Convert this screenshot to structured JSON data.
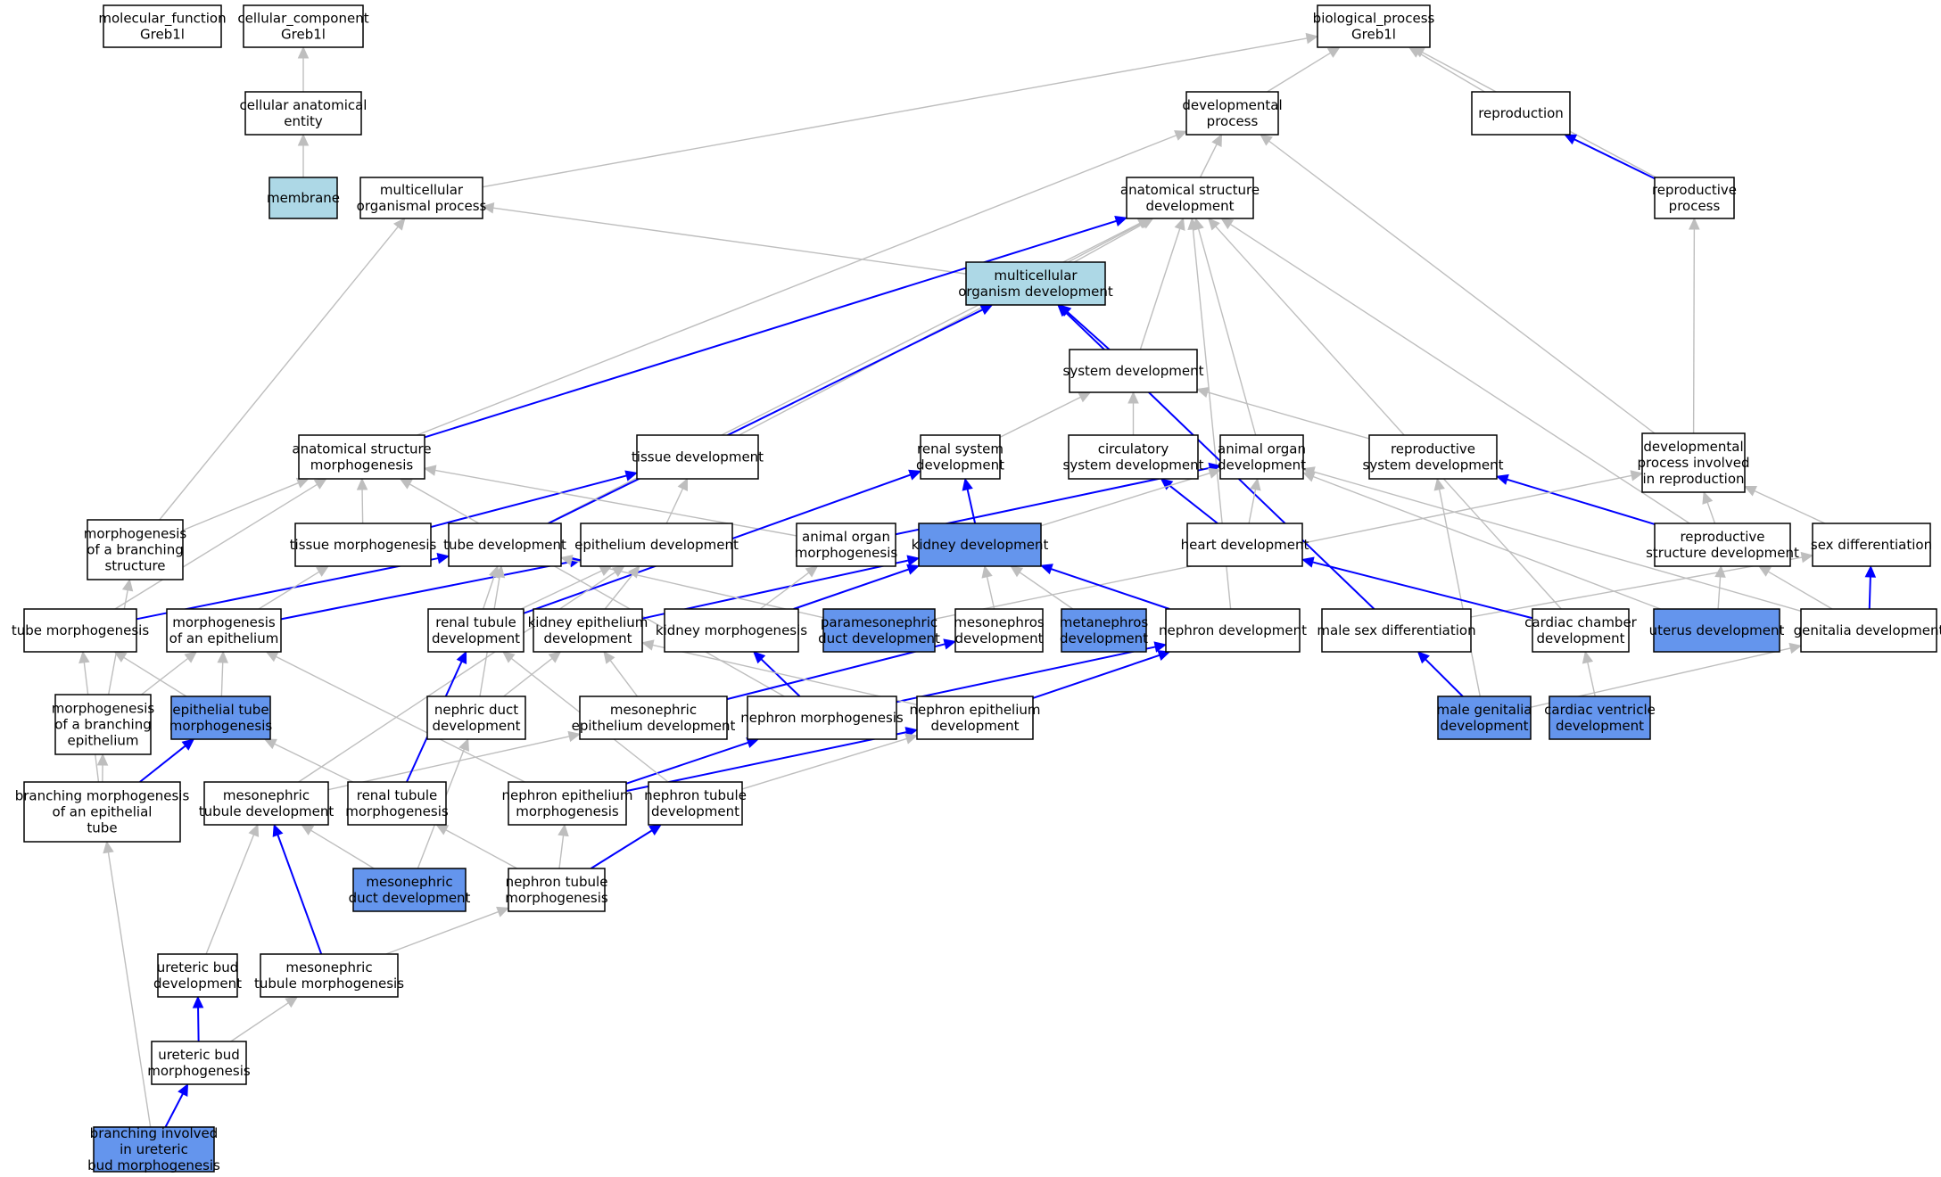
{
  "colors": {
    "plain": "#ffffff",
    "light": "#add8e6",
    "highlight": "#6495ed",
    "edge_grey": "#bebebe",
    "edge_blue": "#0000ff",
    "border": "#000000"
  },
  "nodes": [
    {
      "id": "mf",
      "lines": [
        "molecular_function",
        "Greb1l"
      ],
      "fill": "plain"
    },
    {
      "id": "cc",
      "lines": [
        "cellular_component",
        "Greb1l"
      ],
      "fill": "plain"
    },
    {
      "id": "bp",
      "lines": [
        "biological_process",
        "Greb1l"
      ],
      "fill": "plain"
    },
    {
      "id": "cae",
      "lines": [
        "cellular anatomical",
        "entity"
      ],
      "fill": "plain"
    },
    {
      "id": "devproc",
      "lines": [
        "developmental",
        "process"
      ],
      "fill": "plain"
    },
    {
      "id": "repro",
      "lines": [
        "reproduction"
      ],
      "fill": "plain"
    },
    {
      "id": "membrane",
      "lines": [
        "membrane"
      ],
      "fill": "light"
    },
    {
      "id": "mop",
      "lines": [
        "multicellular",
        "organismal process"
      ],
      "fill": "plain"
    },
    {
      "id": "asd",
      "lines": [
        "anatomical structure",
        "development"
      ],
      "fill": "plain"
    },
    {
      "id": "reproproc",
      "lines": [
        "reproductive",
        "process"
      ],
      "fill": "plain"
    },
    {
      "id": "mod",
      "lines": [
        "multicellular",
        "organism development"
      ],
      "fill": "light"
    },
    {
      "id": "sysdev",
      "lines": [
        "system development"
      ],
      "fill": "plain"
    },
    {
      "id": "asm",
      "lines": [
        "anatomical structure",
        "morphogenesis"
      ],
      "fill": "plain"
    },
    {
      "id": "tissuedev",
      "lines": [
        "tissue development"
      ],
      "fill": "plain"
    },
    {
      "id": "renalsys",
      "lines": [
        "renal system",
        "development"
      ],
      "fill": "plain"
    },
    {
      "id": "circsys",
      "lines": [
        "circulatory",
        "system development"
      ],
      "fill": "plain"
    },
    {
      "id": "aod",
      "lines": [
        "animal organ",
        "development"
      ],
      "fill": "plain"
    },
    {
      "id": "reprosys",
      "lines": [
        "reproductive",
        "system development"
      ],
      "fill": "plain"
    },
    {
      "id": "dpir",
      "lines": [
        "developmental",
        "process involved",
        "in reproduction"
      ],
      "fill": "plain"
    },
    {
      "id": "mbs",
      "lines": [
        "morphogenesis",
        "of a branching",
        "structure"
      ],
      "fill": "plain"
    },
    {
      "id": "tissuemorph",
      "lines": [
        "tissue morphogenesis"
      ],
      "fill": "plain"
    },
    {
      "id": "tubedev",
      "lines": [
        "tube development"
      ],
      "fill": "plain"
    },
    {
      "id": "epidev",
      "lines": [
        "epithelium development"
      ],
      "fill": "plain"
    },
    {
      "id": "aom",
      "lines": [
        "animal organ",
        "morphogenesis"
      ],
      "fill": "plain"
    },
    {
      "id": "kidneydev",
      "lines": [
        "kidney development"
      ],
      "fill": "highlight"
    },
    {
      "id": "heartdev",
      "lines": [
        "heart development"
      ],
      "fill": "plain"
    },
    {
      "id": "rsd",
      "lines": [
        "reproductive",
        "structure development"
      ],
      "fill": "plain"
    },
    {
      "id": "sexdiff",
      "lines": [
        "sex differentiation"
      ],
      "fill": "plain"
    },
    {
      "id": "tubemorph",
      "lines": [
        "tube morphogenesis"
      ],
      "fill": "plain"
    },
    {
      "id": "moe",
      "lines": [
        "morphogenesis",
        "of an epithelium"
      ],
      "fill": "plain"
    },
    {
      "id": "rtd",
      "lines": [
        "renal tubule",
        "development"
      ],
      "fill": "plain"
    },
    {
      "id": "ked",
      "lines": [
        "kidney epithelium",
        "development"
      ],
      "fill": "plain"
    },
    {
      "id": "kmorph",
      "lines": [
        "kidney morphogenesis"
      ],
      "fill": "plain"
    },
    {
      "id": "pmdd",
      "lines": [
        "paramesonephric",
        "duct development"
      ],
      "fill": "highlight"
    },
    {
      "id": "mesodev",
      "lines": [
        "mesonephros",
        "development"
      ],
      "fill": "plain"
    },
    {
      "id": "metadev",
      "lines": [
        "metanephros",
        "development"
      ],
      "fill": "highlight"
    },
    {
      "id": "nephrondev",
      "lines": [
        "nephron development"
      ],
      "fill": "plain"
    },
    {
      "id": "msd",
      "lines": [
        "male sex differentiation"
      ],
      "fill": "plain"
    },
    {
      "id": "ccd",
      "lines": [
        "cardiac chamber",
        "development"
      ],
      "fill": "plain"
    },
    {
      "id": "uterus",
      "lines": [
        "uterus development"
      ],
      "fill": "highlight"
    },
    {
      "id": "genitalia",
      "lines": [
        "genitalia development"
      ],
      "fill": "plain"
    },
    {
      "id": "mobe",
      "lines": [
        "morphogenesis",
        "of a branching",
        "epithelium"
      ],
      "fill": "plain"
    },
    {
      "id": "etm",
      "lines": [
        "epithelial tube",
        "morphogenesis"
      ],
      "fill": "highlight"
    },
    {
      "id": "nductdev",
      "lines": [
        "nephric duct",
        "development"
      ],
      "fill": "plain"
    },
    {
      "id": "med",
      "lines": [
        "mesonephric",
        "epithelium development"
      ],
      "fill": "plain"
    },
    {
      "id": "nmorph",
      "lines": [
        "nephron morphogenesis"
      ],
      "fill": "plain"
    },
    {
      "id": "ned",
      "lines": [
        "nephron epithelium",
        "development"
      ],
      "fill": "plain"
    },
    {
      "id": "mgd",
      "lines": [
        "male genitalia",
        "development"
      ],
      "fill": "highlight"
    },
    {
      "id": "cvd",
      "lines": [
        "cardiac ventricle",
        "development"
      ],
      "fill": "highlight"
    },
    {
      "id": "bmet",
      "lines": [
        "branching morphogenesis",
        "of an epithelial",
        "tube"
      ],
      "fill": "plain"
    },
    {
      "id": "mtd",
      "lines": [
        "mesonephric",
        "tubule development"
      ],
      "fill": "plain"
    },
    {
      "id": "rtm",
      "lines": [
        "renal tubule",
        "morphogenesis"
      ],
      "fill": "plain"
    },
    {
      "id": "nem",
      "lines": [
        "nephron epithelium",
        "morphogenesis"
      ],
      "fill": "plain"
    },
    {
      "id": "ntd",
      "lines": [
        "nephron tubule",
        "development"
      ],
      "fill": "plain"
    },
    {
      "id": "mductdev",
      "lines": [
        "mesonephric",
        "duct development"
      ],
      "fill": "highlight"
    },
    {
      "id": "ntm",
      "lines": [
        "nephron tubule",
        "morphogenesis"
      ],
      "fill": "plain"
    },
    {
      "id": "ubd",
      "lines": [
        "ureteric bud",
        "development"
      ],
      "fill": "plain"
    },
    {
      "id": "mtm",
      "lines": [
        "mesonephric",
        "tubule morphogenesis"
      ],
      "fill": "plain"
    },
    {
      "id": "ubm",
      "lines": [
        "ureteric bud",
        "morphogenesis"
      ],
      "fill": "plain"
    },
    {
      "id": "biub",
      "lines": [
        "branching involved",
        "in ureteric",
        "bud morphogenesis"
      ],
      "fill": "highlight"
    }
  ],
  "edges": [
    {
      "from": "cae",
      "to": "cc",
      "kind": "grey"
    },
    {
      "from": "membrane",
      "to": "cae",
      "kind": "grey"
    },
    {
      "from": "devproc",
      "to": "bp",
      "kind": "grey"
    },
    {
      "from": "repro",
      "to": "bp",
      "kind": "grey"
    },
    {
      "from": "mop",
      "to": "bp",
      "kind": "grey"
    },
    {
      "from": "reproproc",
      "to": "bp",
      "kind": "grey"
    },
    {
      "from": "reproproc",
      "to": "repro",
      "kind": "blue"
    },
    {
      "from": "asd",
      "to": "devproc",
      "kind": "grey"
    },
    {
      "from": "asm",
      "to": "devproc",
      "kind": "grey"
    },
    {
      "from": "dpir",
      "to": "devproc",
      "kind": "grey"
    },
    {
      "from": "dpir",
      "to": "reproproc",
      "kind": "grey"
    },
    {
      "from": "mod",
      "to": "asd",
      "kind": "grey"
    },
    {
      "from": "mod",
      "to": "mop",
      "kind": "grey"
    },
    {
      "from": "sysdev",
      "to": "mod",
      "kind": "blue"
    },
    {
      "from": "sysdev",
      "to": "asd",
      "kind": "grey"
    },
    {
      "from": "asm",
      "to": "asd",
      "kind": "blue"
    },
    {
      "from": "tissuedev",
      "to": "asd",
      "kind": "grey"
    },
    {
      "from": "aod",
      "to": "asd",
      "kind": "grey"
    },
    {
      "from": "tubedev",
      "to": "asd",
      "kind": "grey"
    },
    {
      "from": "tubedev",
      "to": "mod",
      "kind": "blue"
    },
    {
      "from": "nephrondev",
      "to": "asd",
      "kind": "grey"
    },
    {
      "from": "ccd",
      "to": "asd",
      "kind": "grey"
    },
    {
      "from": "rsd",
      "to": "asd",
      "kind": "grey"
    },
    {
      "from": "msd",
      "to": "mod",
      "kind": "blue"
    },
    {
      "from": "renalsys",
      "to": "sysdev",
      "kind": "grey"
    },
    {
      "from": "circsys",
      "to": "sysdev",
      "kind": "grey"
    },
    {
      "from": "reprosys",
      "to": "sysdev",
      "kind": "grey"
    },
    {
      "from": "heartdev",
      "to": "circsys",
      "kind": "blue"
    },
    {
      "from": "heartdev",
      "to": "aod",
      "kind": "grey"
    },
    {
      "from": "aom",
      "to": "aod",
      "kind": "blue"
    },
    {
      "from": "kidneydev",
      "to": "renalsys",
      "kind": "blue"
    },
    {
      "from": "kidneydev",
      "to": "aod",
      "kind": "grey"
    },
    {
      "from": "uterus",
      "to": "aod",
      "kind": "grey"
    },
    {
      "from": "genitalia",
      "to": "aod",
      "kind": "grey"
    },
    {
      "from": "rsd",
      "to": "reprosys",
      "kind": "blue"
    },
    {
      "from": "rsd",
      "to": "dpir",
      "kind": "grey"
    },
    {
      "from": "sexdiff",
      "to": "dpir",
      "kind": "grey"
    },
    {
      "from": "pmdd",
      "to": "dpir",
      "kind": "grey"
    },
    {
      "from": "mgd",
      "to": "reprosys",
      "kind": "grey"
    },
    {
      "from": "mbs",
      "to": "asm",
      "kind": "grey"
    },
    {
      "from": "mbs",
      "to": "mop",
      "kind": "grey"
    },
    {
      "from": "tissuemorph",
      "to": "asm",
      "kind": "grey"
    },
    {
      "from": "tissuemorph",
      "to": "tissuedev",
      "kind": "blue"
    },
    {
      "from": "epidev",
      "to": "tissuedev",
      "kind": "grey"
    },
    {
      "from": "aom",
      "to": "asm",
      "kind": "grey"
    },
    {
      "from": "tubemorph",
      "to": "asm",
      "kind": "grey"
    },
    {
      "from": "tubemorph",
      "to": "tubedev",
      "kind": "blue"
    },
    {
      "from": "moe",
      "to": "tissuemorph",
      "kind": "grey"
    },
    {
      "from": "moe",
      "to": "epidev",
      "kind": "blue"
    },
    {
      "from": "nmorph",
      "to": "asm",
      "kind": "grey"
    },
    {
      "from": "rtd",
      "to": "renalsys",
      "kind": "blue"
    },
    {
      "from": "rtd",
      "to": "tubedev",
      "kind": "grey"
    },
    {
      "from": "rtd",
      "to": "epidev",
      "kind": "grey"
    },
    {
      "from": "ked",
      "to": "kidneydev",
      "kind": "blue"
    },
    {
      "from": "ked",
      "to": "epidev",
      "kind": "grey"
    },
    {
      "from": "kmorph",
      "to": "kidneydev",
      "kind": "blue"
    },
    {
      "from": "kmorph",
      "to": "aom",
      "kind": "grey"
    },
    {
      "from": "mesodev",
      "to": "kidneydev",
      "kind": "grey"
    },
    {
      "from": "metadev",
      "to": "kidneydev",
      "kind": "grey"
    },
    {
      "from": "nephrondev",
      "to": "kidneydev",
      "kind": "blue"
    },
    {
      "from": "pmdd",
      "to": "tubedev",
      "kind": "grey"
    },
    {
      "from": "msd",
      "to": "sexdiff",
      "kind": "grey"
    },
    {
      "from": "ccd",
      "to": "heartdev",
      "kind": "blue"
    },
    {
      "from": "uterus",
      "to": "rsd",
      "kind": "grey"
    },
    {
      "from": "genitalia",
      "to": "rsd",
      "kind": "grey"
    },
    {
      "from": "genitalia",
      "to": "sexdiff",
      "kind": "blue"
    },
    {
      "from": "mgd",
      "to": "msd",
      "kind": "blue"
    },
    {
      "from": "mgd",
      "to": "genitalia",
      "kind": "grey"
    },
    {
      "from": "cvd",
      "to": "ccd",
      "kind": "grey"
    },
    {
      "from": "mobe",
      "to": "moe",
      "kind": "grey"
    },
    {
      "from": "mobe",
      "to": "mbs",
      "kind": "grey"
    },
    {
      "from": "etm",
      "to": "moe",
      "kind": "grey"
    },
    {
      "from": "etm",
      "to": "tubemorph",
      "kind": "grey"
    },
    {
      "from": "nductdev",
      "to": "tubedev",
      "kind": "grey"
    },
    {
      "from": "nductdev",
      "to": "ked",
      "kind": "grey"
    },
    {
      "from": "med",
      "to": "ked",
      "kind": "grey"
    },
    {
      "from": "med",
      "to": "mesodev",
      "kind": "blue"
    },
    {
      "from": "nmorph",
      "to": "kmorph",
      "kind": "blue"
    },
    {
      "from": "nmorph",
      "to": "nephrondev",
      "kind": "blue"
    },
    {
      "from": "ned",
      "to": "ked",
      "kind": "grey"
    },
    {
      "from": "ned",
      "to": "nephrondev",
      "kind": "blue"
    },
    {
      "from": "bmet",
      "to": "etm",
      "kind": "blue"
    },
    {
      "from": "bmet",
      "to": "mobe",
      "kind": "grey"
    },
    {
      "from": "bmet",
      "to": "tubemorph",
      "kind": "grey"
    },
    {
      "from": "mtd",
      "to": "epidev",
      "kind": "grey"
    },
    {
      "from": "mtd",
      "to": "med",
      "kind": "grey"
    },
    {
      "from": "rtm",
      "to": "etm",
      "kind": "grey"
    },
    {
      "from": "rtm",
      "to": "rtd",
      "kind": "blue"
    },
    {
      "from": "nem",
      "to": "nmorph",
      "kind": "blue"
    },
    {
      "from": "nem",
      "to": "moe",
      "kind": "grey"
    },
    {
      "from": "nem",
      "to": "ned",
      "kind": "blue"
    },
    {
      "from": "ntd",
      "to": "ned",
      "kind": "grey"
    },
    {
      "from": "ntd",
      "to": "rtd",
      "kind": "grey"
    },
    {
      "from": "mductdev",
      "to": "mtd",
      "kind": "grey"
    },
    {
      "from": "mductdev",
      "to": "nductdev",
      "kind": "grey"
    },
    {
      "from": "ntm",
      "to": "rtm",
      "kind": "grey"
    },
    {
      "from": "ntm",
      "to": "nem",
      "kind": "grey"
    },
    {
      "from": "ntm",
      "to": "ntd",
      "kind": "blue"
    },
    {
      "from": "mtm",
      "to": "mtd",
      "kind": "blue"
    },
    {
      "from": "mtm",
      "to": "ntm",
      "kind": "grey"
    },
    {
      "from": "ubd",
      "to": "mtd",
      "kind": "grey"
    },
    {
      "from": "ubm",
      "to": "ubd",
      "kind": "blue"
    },
    {
      "from": "ubm",
      "to": "mtm",
      "kind": "grey"
    },
    {
      "from": "biub",
      "to": "ubm",
      "kind": "blue"
    },
    {
      "from": "biub",
      "to": "bmet",
      "kind": "grey"
    }
  ]
}
